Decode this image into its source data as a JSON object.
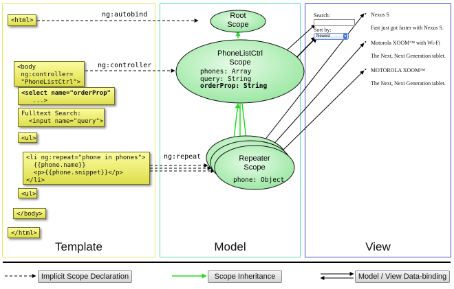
{
  "panels": {
    "template": "Template",
    "model": "Model",
    "view": "View"
  },
  "template": {
    "html_open": "<html>",
    "body_open": "<body\n ng:controller=\n \"PhoneListCtrl\">",
    "select_line1": "<select name=\"orderProp\"",
    "select_line2": "   ...>",
    "search_box": "Fulltext Search:\n  <input name=\"query\">",
    "ul_open": "<ul>",
    "li_box": "<li ng:repeat=\"phone in phones\">\n  {{phone.name}}\n  <p>{{phone.snippet}}</p>\n</li>",
    "ul_close": "<ul>",
    "body_close": "</body>",
    "html_close": "</html>"
  },
  "connectors": {
    "autobind": "ng:autobind",
    "controller": "ng:controller",
    "repeat": "ng:repeat"
  },
  "model": {
    "root_line1": "Root",
    "root_line2": "Scope",
    "ctrl_line1": "PhoneListCtrl",
    "ctrl_line2": "Scope",
    "ctrl_prop1": "phones: Array",
    "ctrl_prop2": "query: String",
    "ctrl_prop3": "orderProp: String",
    "repeater_line1": "Repeater",
    "repeater_line2": "Scope",
    "repeater_prop": "phone: Object"
  },
  "view": {
    "search_label": "Search:",
    "sort_label": "Sort by:",
    "sort_value": "Newest",
    "items": [
      {
        "name": "Nexus S",
        "snippet": "Fast just got faster with Nexus S."
      },
      {
        "name": "Motorola XOOM™ with Wi-Fi",
        "snippet": "The Next, Next Generation tablet."
      },
      {
        "name": "MOTOROLA XOOM™",
        "snippet": "The Next, Next Generation tablet."
      }
    ]
  },
  "legend": {
    "implicit": "Implicit Scope Declaration",
    "inheritance": "Scope Inheritance",
    "binding": "Model / View Data-binding"
  },
  "colors": {
    "template_border": "#e6e66a",
    "model_border": "#5fd6b0",
    "view_border": "#4a4ac8",
    "scope_fill": "#bff2c0",
    "inheritance": "#27d827",
    "code_fill": "#f2f27a"
  }
}
